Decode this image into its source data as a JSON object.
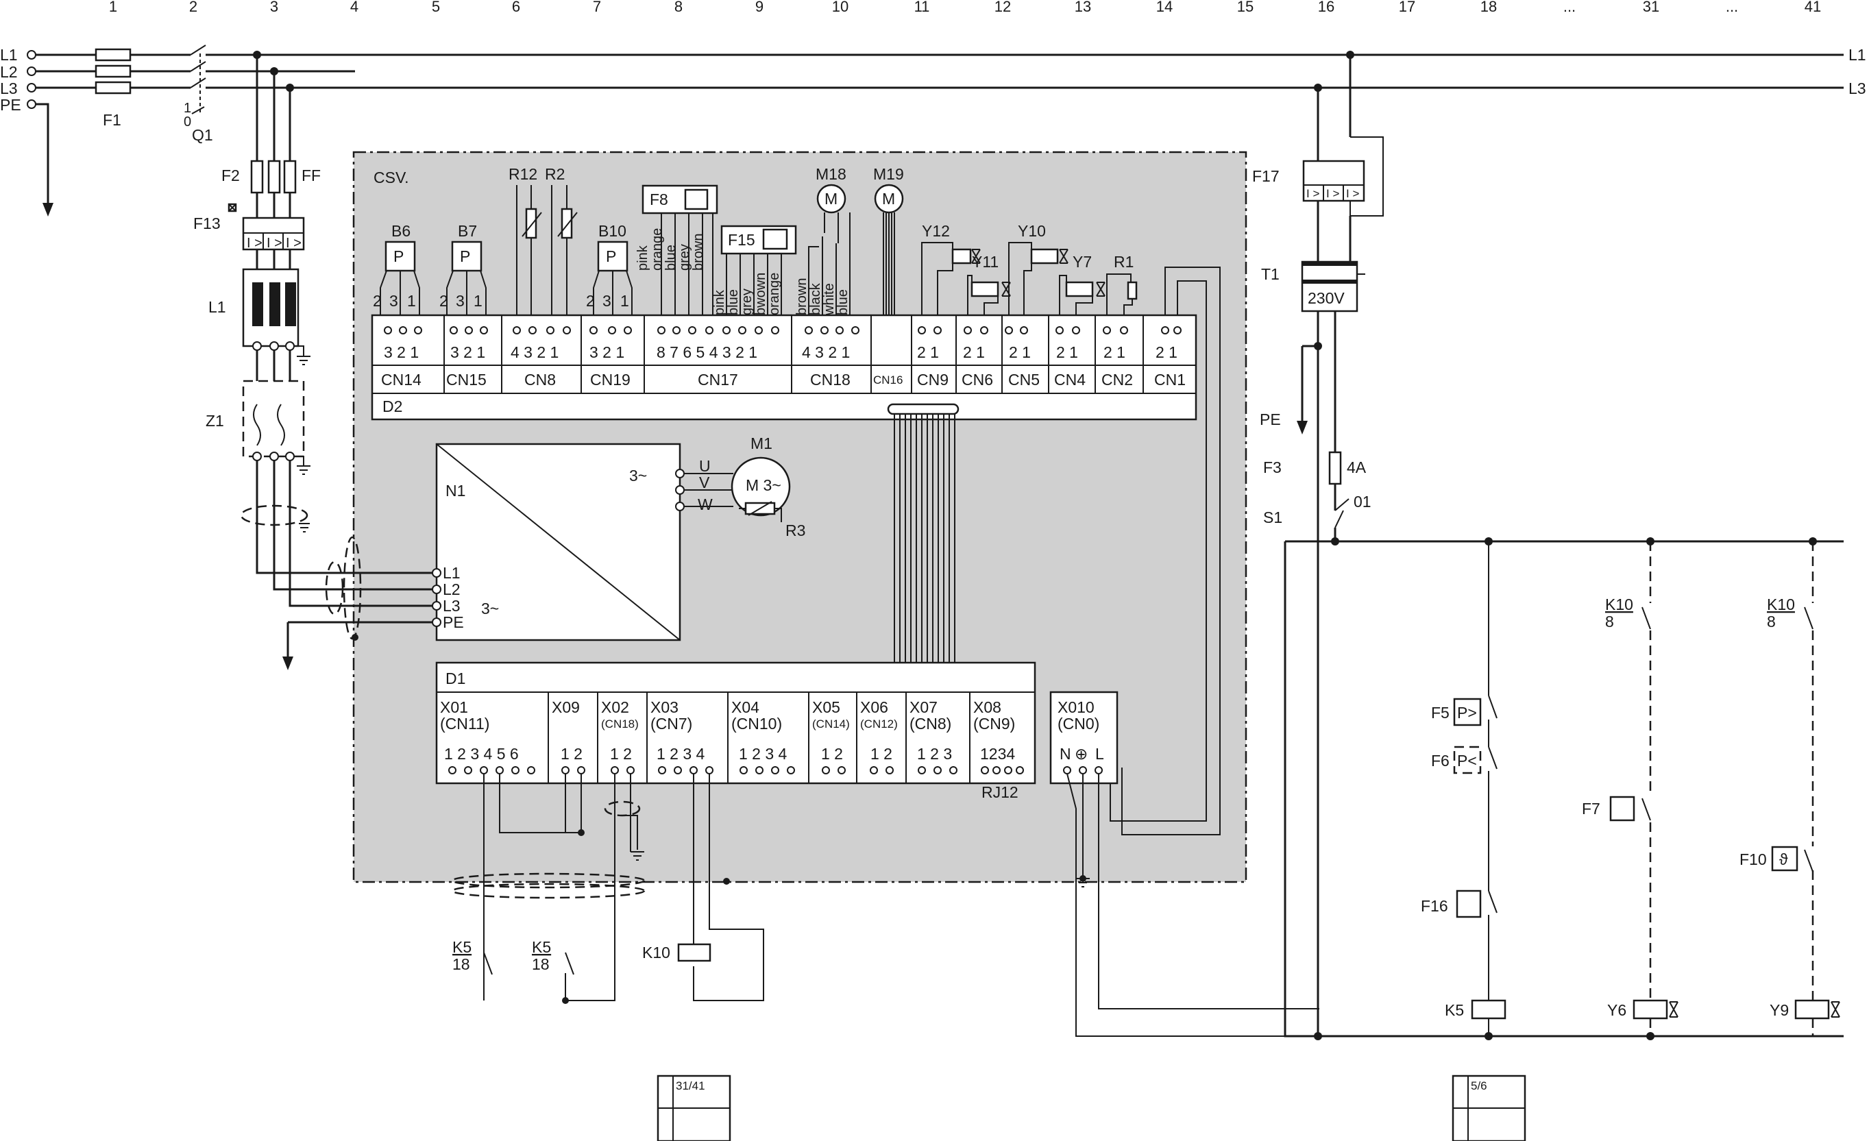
{
  "columns": [
    "1",
    "2",
    "3",
    "4",
    "5",
    "6",
    "7",
    "8",
    "9",
    "10",
    "11",
    "12",
    "13",
    "14",
    "15",
    "16",
    "17",
    "18",
    "...",
    "31",
    "...",
    "41"
  ],
  "lines": {
    "left": [
      "L1",
      "L2",
      "L3",
      "PE"
    ],
    "right": [
      "L1",
      "L3"
    ]
  },
  "left_devices": {
    "f1": "F1",
    "q1": "Q1",
    "q1_pos1": "1",
    "q1_pos0": "0",
    "f2": "F2",
    "ff": "FF",
    "f13": "F13",
    "l1": "L1",
    "z1": "Z1"
  },
  "csv": {
    "title": "CSV.",
    "sensors": {
      "b6": "B6",
      "b7": "B7",
      "b10": "B10",
      "p": "P",
      "pins": [
        "2",
        "3",
        "1"
      ]
    },
    "r12": "R12",
    "r2": "R2",
    "f8": "F8",
    "f15": "F15",
    "m18": "M18",
    "m19": "M19",
    "m_letter": "M",
    "f8_wires": [
      "pink",
      "orange",
      "blue",
      "grey",
      "brown"
    ],
    "f15_wires": [
      "pink",
      "blue",
      "grey",
      "bwown",
      "orange"
    ],
    "m18_wires": [
      "brown",
      "black",
      "white",
      "blue"
    ],
    "valves": {
      "y12": "Y12",
      "y11": "Y11",
      "y10": "Y10",
      "y7": "Y7",
      "r1": "R1"
    },
    "connectors": [
      {
        "name": "CN14",
        "pins": "3 2 1"
      },
      {
        "name": "CN15",
        "pins": "3 2 1"
      },
      {
        "name": "CN8",
        "pins": "4 3 2 1"
      },
      {
        "name": "CN19",
        "pins": "3 2 1"
      },
      {
        "name": "CN17",
        "pins": "8 7 6 5 4 3 2 1"
      },
      {
        "name": "CN18",
        "pins": "4 3 2 1"
      },
      {
        "name": "CN16",
        "pins": ""
      },
      {
        "name": "CN9",
        "pins": "2 1"
      },
      {
        "name": "CN6",
        "pins": "2 1"
      },
      {
        "name": "CN5",
        "pins": "2 1"
      },
      {
        "name": "CN4",
        "pins": "2 1"
      },
      {
        "name": "CN2",
        "pins": "2 1"
      },
      {
        "name": "CN1",
        "pins": "2 1"
      }
    ],
    "d2": "D2",
    "n1": "N1",
    "n1_phase": "3~",
    "n1_in_phase": "3~",
    "n1_inputs": [
      "L1",
      "L2",
      "L3",
      "PE"
    ],
    "m1": "M1",
    "m1_body": "M 3~",
    "uvw": [
      "U",
      "V",
      "W"
    ],
    "r3": "R3",
    "d1": "D1",
    "d1_terminals": [
      {
        "name": "X01",
        "sub": "(CN11)",
        "pins": "1 2 3 4 5 6"
      },
      {
        "name": "X09",
        "sub": "",
        "pins": "1 2"
      },
      {
        "name": "X02",
        "sub": "(CN18)",
        "pins": "1 2"
      },
      {
        "name": "X03",
        "sub": "(CN7)",
        "pins": "1 2 3 4"
      },
      {
        "name": "X04",
        "sub": "(CN10)",
        "pins": "1 2 3 4"
      },
      {
        "name": "X05",
        "sub": "(CN14)",
        "pins": "1 2"
      },
      {
        "name": "X06",
        "sub": "(CN12)",
        "pins": "1 2"
      },
      {
        "name": "X07",
        "sub": "(CN8)",
        "pins": "1 2 3"
      },
      {
        "name": "X08",
        "sub": "(CN9)",
        "pins": "1234"
      }
    ],
    "rj12": "RJ12",
    "x010": {
      "name": "X010",
      "sub": "(CN0)",
      "pins": [
        "N",
        "⊕",
        "L"
      ]
    }
  },
  "external": {
    "k5a": "K5",
    "k5a_n": "18",
    "k5b": "K5",
    "k5b_n": "18",
    "k10": "K10",
    "ref_left": "31/41",
    "ref_right": "5/6"
  },
  "right": {
    "f17": "F17",
    "t1": "T1",
    "t1_v": "230V",
    "pe": "PE",
    "f3": "F3",
    "f3_val": "4A",
    "s1": "S1",
    "s1_n": "01",
    "f5": "F5",
    "f6": "F6",
    "f7": "F7",
    "f10": "F10",
    "f16": "F16",
    "k5": "K5",
    "y6": "Y6",
    "y9": "Y9",
    "k10a": "K10",
    "k10a_n": "8",
    "k10b": "K10",
    "k10b_n": "8",
    "p_gt": "P>",
    "p_lt": "P<",
    "theta": "ϑ"
  }
}
